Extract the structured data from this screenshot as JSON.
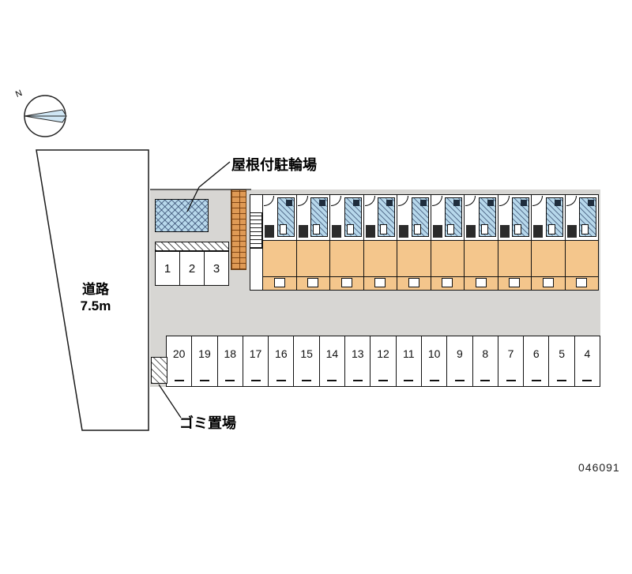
{
  "page": {
    "plan_number": "046091"
  },
  "compass": {
    "north_label": "N"
  },
  "road": {
    "name": "道路",
    "width": "7.5m"
  },
  "annotations": {
    "bicycle_parking_label": "屋根付駐輪場",
    "garbage_area_label": "ゴミ置場"
  },
  "building": {
    "unit_count": 10
  },
  "parking": {
    "front_row": [
      "1",
      "2",
      "3"
    ],
    "main_row": [
      "20",
      "19",
      "18",
      "17",
      "16",
      "15",
      "14",
      "13",
      "12",
      "11",
      "10",
      "9",
      "8",
      "7",
      "6",
      "5",
      "4"
    ]
  },
  "colors": {
    "site_gray": "#d7d6d3",
    "room_tan": "#f4c68c",
    "hatch_blue": "#b7d8eb",
    "brick_orange": "#df9a55"
  }
}
